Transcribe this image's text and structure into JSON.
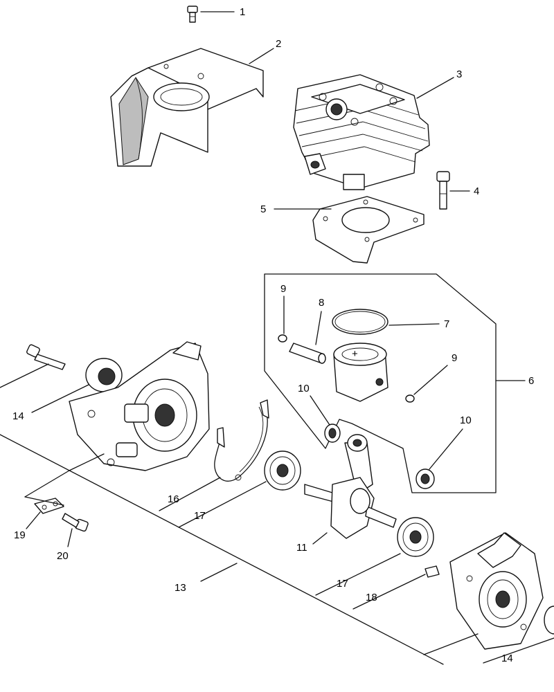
{
  "callouts": [
    {
      "id": "1",
      "text": "1"
    },
    {
      "id": "2",
      "text": "2"
    },
    {
      "id": "3",
      "text": "3"
    },
    {
      "id": "4",
      "text": "4"
    },
    {
      "id": "5",
      "text": "5"
    },
    {
      "id": "6",
      "text": "6"
    },
    {
      "id": "7",
      "text": "7"
    },
    {
      "id": "8",
      "text": "8"
    },
    {
      "id": "9a",
      "text": "9"
    },
    {
      "id": "9b",
      "text": "9"
    },
    {
      "id": "10a",
      "text": "10"
    },
    {
      "id": "10b",
      "text": "10"
    },
    {
      "id": "11",
      "text": "11"
    },
    {
      "id": "13",
      "text": "13"
    },
    {
      "id": "14a",
      "text": "14"
    },
    {
      "id": "14b",
      "text": "14"
    },
    {
      "id": "16",
      "text": "16"
    },
    {
      "id": "17a",
      "text": "17"
    },
    {
      "id": "17b",
      "text": "17"
    },
    {
      "id": "18",
      "text": "18"
    },
    {
      "id": "19",
      "text": "19"
    },
    {
      "id": "20",
      "text": "20"
    }
  ]
}
